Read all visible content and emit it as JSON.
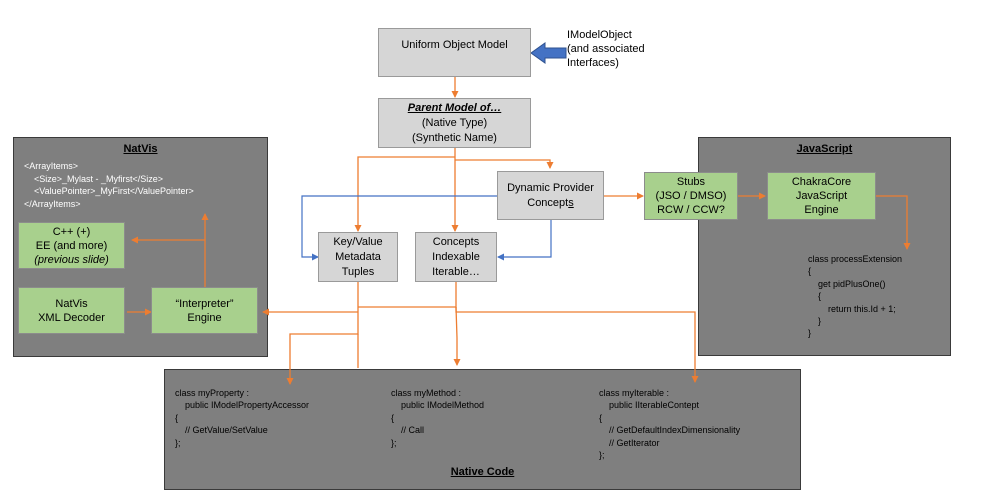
{
  "top": {
    "uniform_model": "Uniform Object Model",
    "imodel_note": [
      "IModelObject",
      "(and associated",
      "Interfaces)"
    ],
    "parent_model": {
      "title": "Parent Model of…",
      "line2": "(Native Type)",
      "line3": "(Synthetic Name)"
    }
  },
  "natvis": {
    "title": "NatVis",
    "xml": "<ArrayItems>\n    <Size>_Mylast - _Myfirst</Size>\n    <ValuePointer>_MyFirst</ValuePointer>\n</ArrayItems>",
    "cpp_box": {
      "line1": "C++ (+)",
      "line2": "EE (and more)",
      "line3": "(previous slide)"
    },
    "decoder_box": {
      "line1": "NatVis",
      "line2": "XML Decoder"
    },
    "interpreter_box": {
      "line1": "“Interpreter”",
      "line2": "Engine"
    }
  },
  "middle": {
    "dynamic_provider": {
      "line1": "Dynamic Provider",
      "line2_prefix": "Concept",
      "line2_underlined": "s"
    },
    "keyvalue": [
      "Key/Value",
      "Metadata",
      "Tuples"
    ],
    "concepts": [
      "Concepts",
      "Indexable",
      "Iterable…"
    ]
  },
  "javascript": {
    "title": "JavaScript",
    "stubs_box": [
      "Stubs",
      "(JSO / DMSO)",
      "RCW / CCW?"
    ],
    "chakra_box": [
      "ChakraCore",
      "JavaScript",
      "Engine"
    ],
    "code": "class processExtension\n{\n    get pidPlusOne()\n    {\n        return this.Id + 1;\n    }\n}"
  },
  "native": {
    "title": "Native Code",
    "code1": "class myProperty :\n    public IModelPropertyAccessor\n{\n    // GetValue/SetValue\n};",
    "code2": "class myMethod :\n    public IModelMethod\n{\n    // Call\n};",
    "code3": "class myIterable :\n    public IIterableContept\n{\n    // GetDefaultIndexDimensionality\n    // GetIterator\n};"
  },
  "colors": {
    "orange": "#ed7d31",
    "blue": "#4472c4",
    "gray_box": "#d6d6d6",
    "green_box": "#a8d08d",
    "panel": "#7f7f7f"
  }
}
